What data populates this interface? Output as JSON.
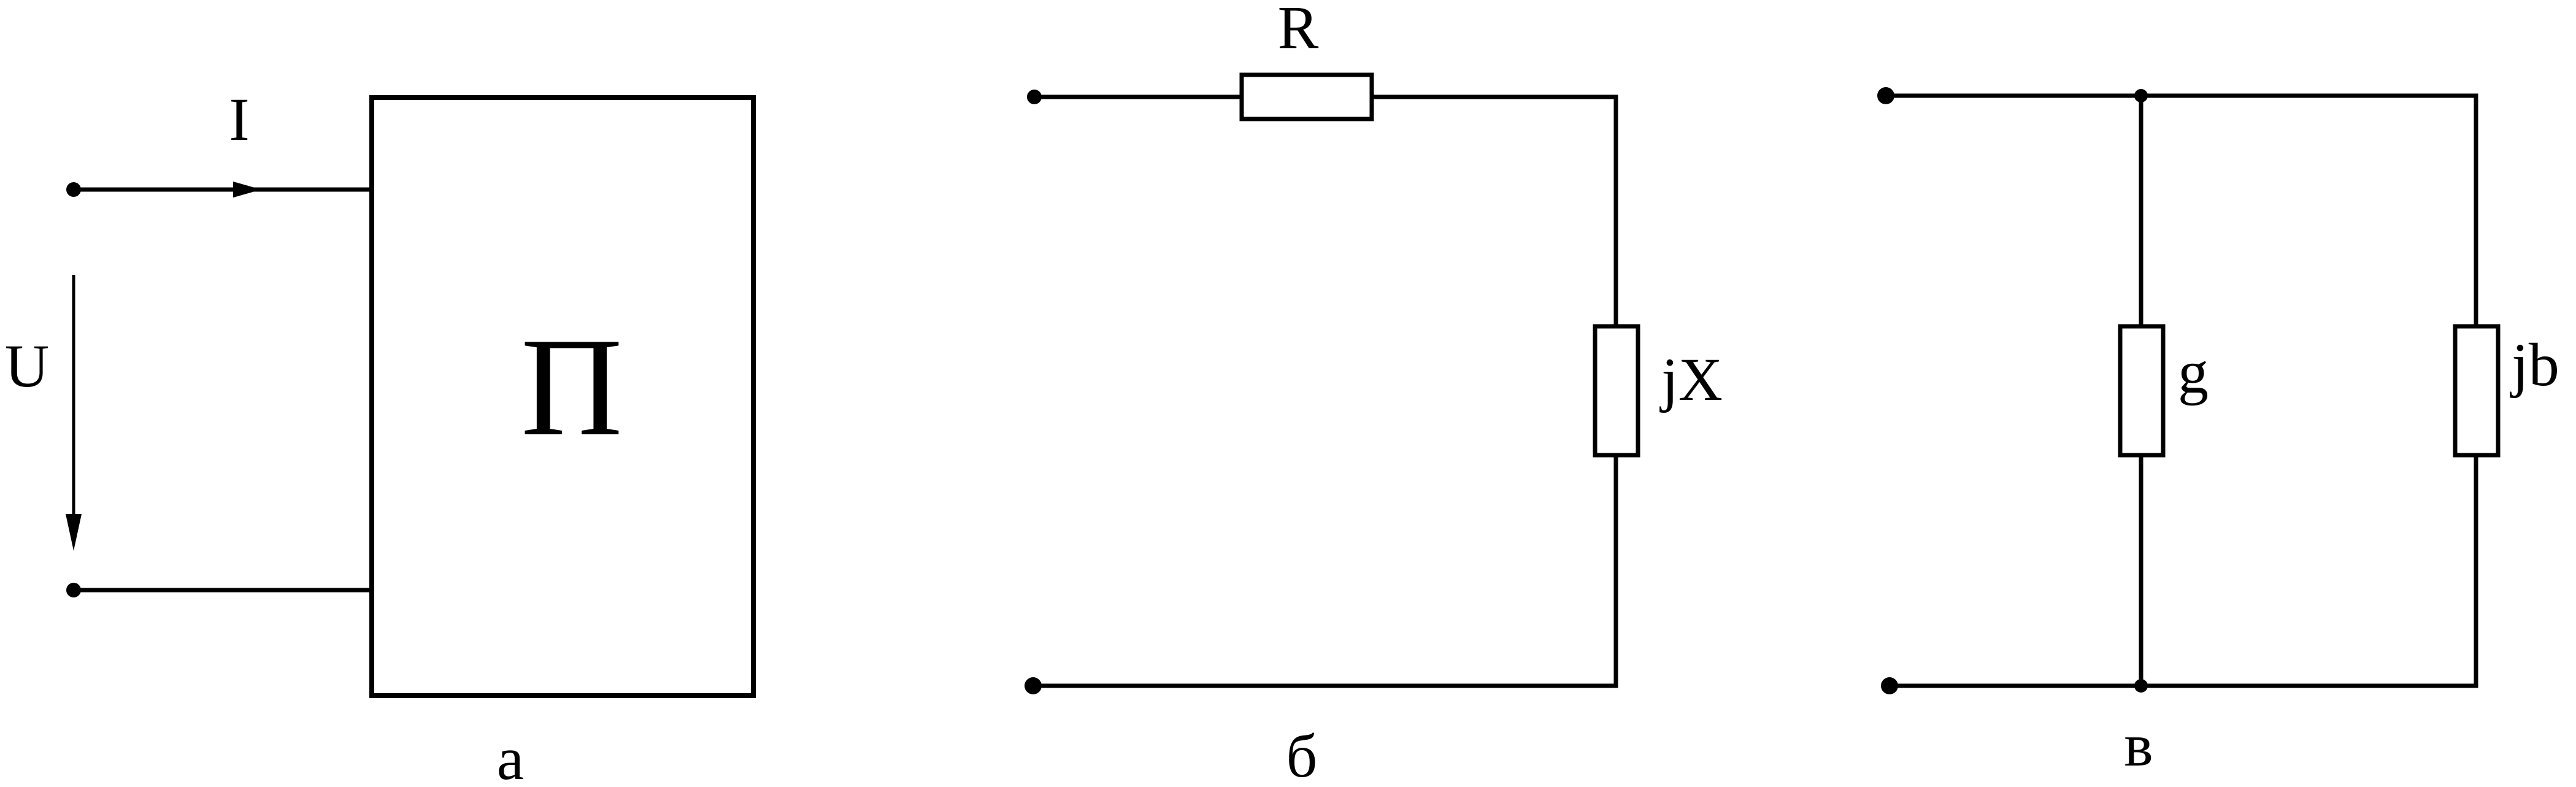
{
  "diagram_a": {
    "current_label": "I",
    "voltage_label": "U",
    "block_label": "П",
    "caption": "а"
  },
  "diagram_b": {
    "resistor_label": "R",
    "reactance_label": "jX",
    "caption": "б"
  },
  "diagram_c": {
    "conductance_label": "g",
    "susceptance_label": "jb",
    "caption": "в"
  },
  "colors": {
    "line": "#000000",
    "background": "#ffffff"
  }
}
